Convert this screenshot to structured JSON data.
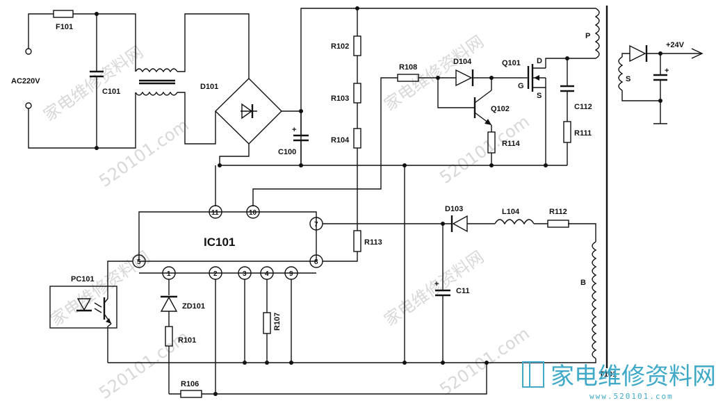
{
  "labels": {
    "fuse": "F101",
    "ac_input": "AC220V",
    "c101": "C101",
    "bridge": "D101",
    "c100": "C100",
    "r102": "R102",
    "r103": "R103",
    "r104": "R104",
    "r108": "R108",
    "d104": "D104",
    "q101": "Q101",
    "q101_d": "D",
    "q101_g": "G",
    "q101_s": "S",
    "q102": "Q102",
    "r114": "R114",
    "c112": "C112",
    "r111": "R111",
    "primary": "P",
    "secondary": "S",
    "out_v": "+24V",
    "ic": "IC101",
    "pc101": "PC101",
    "zd101": "ZD101",
    "r101": "R101",
    "r106": "R106",
    "r107": "R107",
    "r113": "R113",
    "d103": "D103",
    "l104": "L104",
    "r112": "R112",
    "c11": "C11",
    "winding_b": "B",
    "transformer": "T101",
    "plus1": "+",
    "plus2": "+",
    "plus3": "+"
  },
  "pins": {
    "p1": "1",
    "p2": "2",
    "p3": "3",
    "p4": "4",
    "p5": "5",
    "p7": "7",
    "p8": "8",
    "p9": "9",
    "p10": "10",
    "p11": "11"
  },
  "watermark": {
    "cn": "家电维修资料网",
    "url": "520101.com"
  },
  "logo": {
    "cn": "家电维修资料网",
    "url": "www.520101.com"
  }
}
